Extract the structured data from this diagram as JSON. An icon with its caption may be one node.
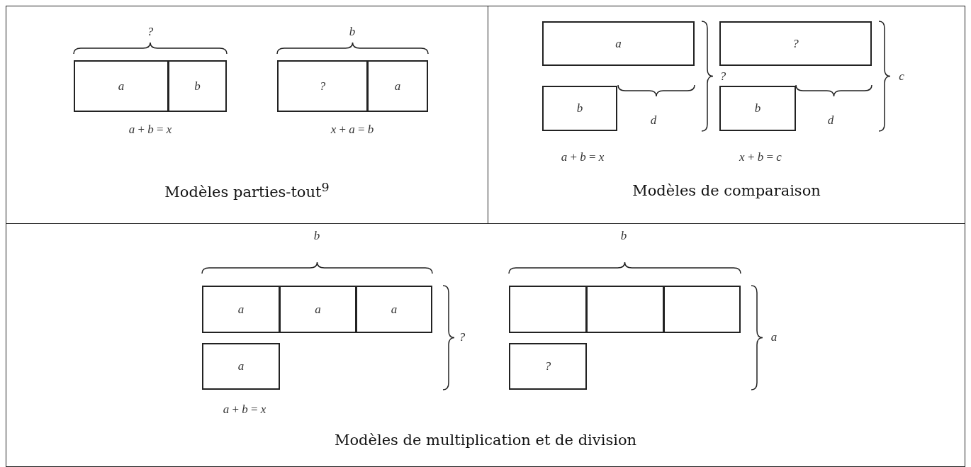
{
  "diagram": {
    "nodes": [
      {
        "text": [
          "Modèles parties-tout$^{9}$"
        ]
      },
      {
        "text": [
          "a"
        ],
        "in": 0
      },
      {
        "text": [
          "b"
        ],
        "in": 0
      },
      {
        "text": [
          "?"
        ],
        "in": 0
      },
      {
        "text": [
          "a"
        ],
        "in": 0
      },
      {
        "text": [
          "Modèles de comparaison"
        ]
      },
      {
        "text": [
          "a"
        ],
        "in": 5
      },
      {
        "text": [
          "b"
        ],
        "in": 5
      },
      {
        "text": [
          "?"
        ],
        "in": 5
      },
      {
        "text": [
          "b"
        ],
        "in": 5
      },
      {
        "text": [
          "Modèles de multiplication et de division"
        ]
      },
      {
        "text": [
          "a"
        ],
        "in": 10
      },
      {
        "text": [
          "a"
        ],
        "in": 10
      },
      {
        "text": [
          "a"
        ],
        "in": 10
      },
      {
        "text": [
          "a"
        ],
        "in": 10
      },
      {
        "text": [],
        "shape": "box",
        "in": 10
      },
      {
        "text": [],
        "shape": "box",
        "in": 10
      },
      {
        "text": [],
        "shape": "box",
        "in": 10
      },
      {
        "text": [
          "?"
        ],
        "in": 10
      }
    ],
    "edges": [],
    "labels": [
      "?",
      "b",
      "*a* + *b* = *x*",
      "*x* + *a* = *b*",
      "?",
      "d",
      "*a* + *b* = *x*",
      "c",
      "d",
      "*x* + *b* = *c*",
      "b",
      "b",
      "?",
      "a",
      "*a* + *b* = *x*"
    ]
  }
}
